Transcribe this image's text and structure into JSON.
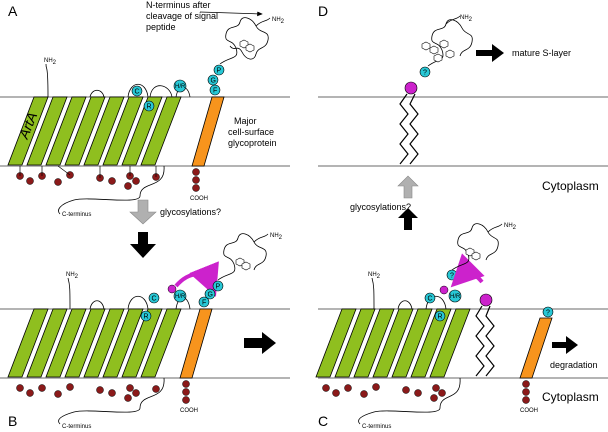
{
  "panels": {
    "a": "A",
    "b": "B",
    "c": "C",
    "d": "D"
  },
  "labels": {
    "n_terminus": "N-terminus after",
    "n_terminus_2": "cleavage of signal",
    "n_terminus_3": "peptide",
    "major": "Major",
    "major_2": "cell-surface",
    "major_3": "glycoprotein",
    "arta": "ArtA",
    "nh2": "NH",
    "nh2_sub": "2",
    "cooh": "COOH",
    "c_terminus": "C-terminus",
    "glyco_q": "glycosylations?",
    "mature": "mature S-layer",
    "cytoplasm": "Cytoplasm",
    "degradation": "degradation"
  },
  "residues": {
    "c": "C",
    "r": "R",
    "h": "H/R",
    "p": "P",
    "g": "G",
    "f": "F",
    "q": "?"
  },
  "colors": {
    "arta_green": "#8fbf1f",
    "glycoprotein_orange": "#f7941d",
    "residue_cyan": "#28c8d6",
    "lipid_magenta": "#cc22cc",
    "cyto_dot": "#8b1a1a",
    "gray_arrow": "#b0b0b0",
    "black_arrow": "#000000"
  }
}
